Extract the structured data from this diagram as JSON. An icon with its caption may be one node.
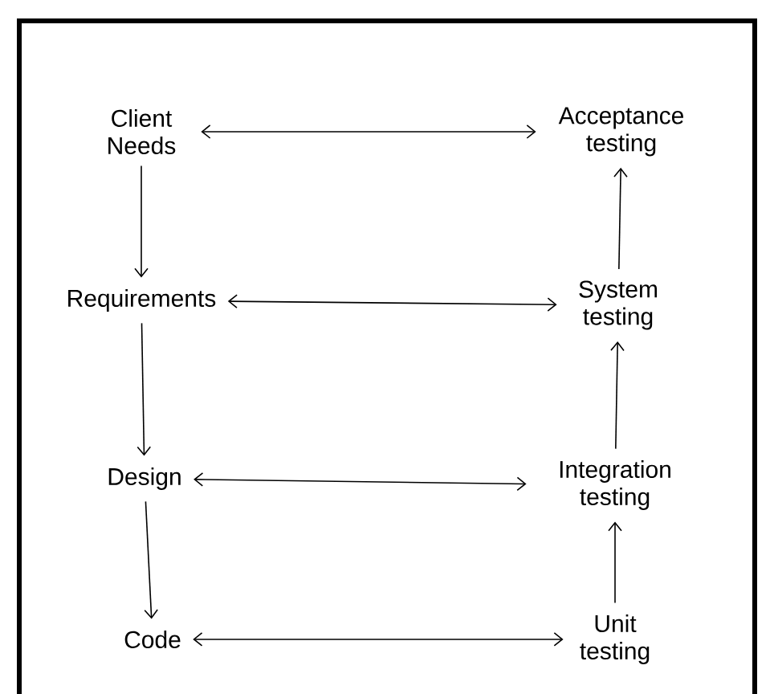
{
  "diagram": {
    "nodes": [
      {
        "text": [
          "Client Needs"
        ]
      },
      {
        "text": [
          "Acceptance testing"
        ]
      },
      {
        "text": [
          "Requirements"
        ]
      },
      {
        "text": [
          "System testing"
        ]
      },
      {
        "text": [
          "Design"
        ]
      },
      {
        "text": [
          "Integration testing"
        ]
      },
      {
        "text": [
          "Code"
        ]
      },
      {
        "text": [
          "Unit testing"
        ]
      }
    ],
    "edges": [
      {
        "from": 0,
        "to": 1,
        "arrow": "both"
      },
      {
        "from": 2,
        "to": 3,
        "arrow": "both"
      },
      {
        "from": 4,
        "to": 5,
        "arrow": "both"
      },
      {
        "from": 6,
        "to": 7,
        "arrow": "both"
      },
      {
        "from": 0,
        "to": 2,
        "arrow": "to"
      },
      {
        "from": 2,
        "to": 4,
        "arrow": "to"
      },
      {
        "from": 4,
        "to": 6,
        "arrow": "to"
      },
      {
        "from": 7,
        "to": 5,
        "arrow": "to"
      },
      {
        "from": 5,
        "to": 3,
        "arrow": "to"
      },
      {
        "from": 3,
        "to": 1,
        "arrow": "to"
      }
    ]
  }
}
